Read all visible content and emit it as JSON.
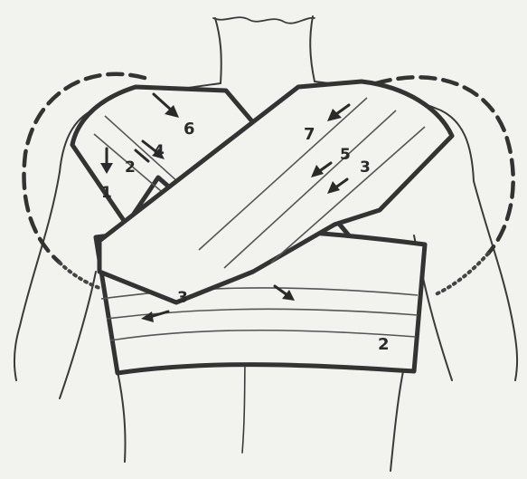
{
  "figure": {
    "step_labels": [
      "1",
      "2",
      "4",
      "6",
      "7",
      "5",
      "3",
      "3",
      "2"
    ],
    "colors": {
      "background": "#f2f2ee",
      "ink": "#333333"
    }
  }
}
